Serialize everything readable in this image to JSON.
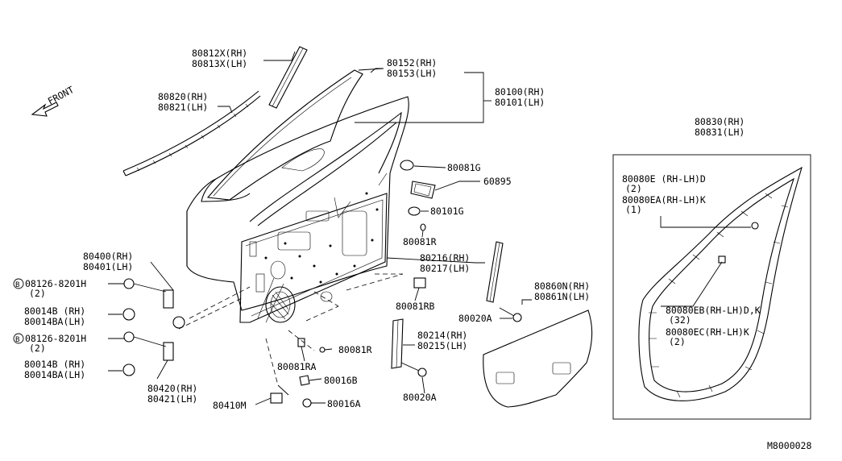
{
  "diagram": {
    "front_label": "FRONT",
    "diagram_id": "M8000028",
    "callouts": {
      "c80812": [
        "80812X(RH)",
        "80813X(LH)"
      ],
      "c80152": [
        "80152(RH)",
        "80153(LH)"
      ],
      "c80100": [
        "80100(RH)",
        "80101(LH)"
      ],
      "c80820": [
        "80820(RH)",
        "80821(LH)"
      ],
      "c80081g": [
        "80081G"
      ],
      "c60895": [
        "60895"
      ],
      "c80101g": [
        "80101G"
      ],
      "c80081r_top": [
        "80081R"
      ],
      "c80216": [
        "80216(RH)",
        "80217(LH)"
      ],
      "c80400": [
        "80400(RH)",
        "80401(LH)"
      ],
      "c08126_a": [
        "08126-8201H",
        "(2)"
      ],
      "c80014_a": [
        "80014B (RH)",
        "80014BA(LH)"
      ],
      "c08126_b": [
        "08126-8201H",
        "(2)"
      ],
      "c80014_b": [
        "80014B (RH)",
        "80014BA(LH)"
      ],
      "c80420": [
        "80420(RH)",
        "80421(LH)"
      ],
      "c80081rb": [
        "80081RB"
      ],
      "c80020a_top": [
        "80020A"
      ],
      "c80860": [
        "80860N(RH)",
        "80861N(LH)"
      ],
      "c80214": [
        "80214(RH)",
        "80215(LH)"
      ],
      "c80081r_bot": [
        "80081R"
      ],
      "c80081ra": [
        "80081RA"
      ],
      "c80016b": [
        "80016B"
      ],
      "c80016a": [
        "80016A"
      ],
      "c80410m": [
        "80410M"
      ],
      "c80020a_bot": [
        "80020A"
      ],
      "c80830": [
        "80830(RH)",
        "80831(LH)"
      ],
      "c80080e": [
        "80080E (RH-LH)D",
        "(2)"
      ],
      "c80080ea": [
        "80080EA(RH-LH)K",
        "(1)"
      ],
      "c80080eb": [
        "80080EB(RH-LH)D,K",
        "(32)"
      ],
      "c80080ec": [
        "80080EC(RH-LH)K",
        "(2)"
      ]
    }
  }
}
